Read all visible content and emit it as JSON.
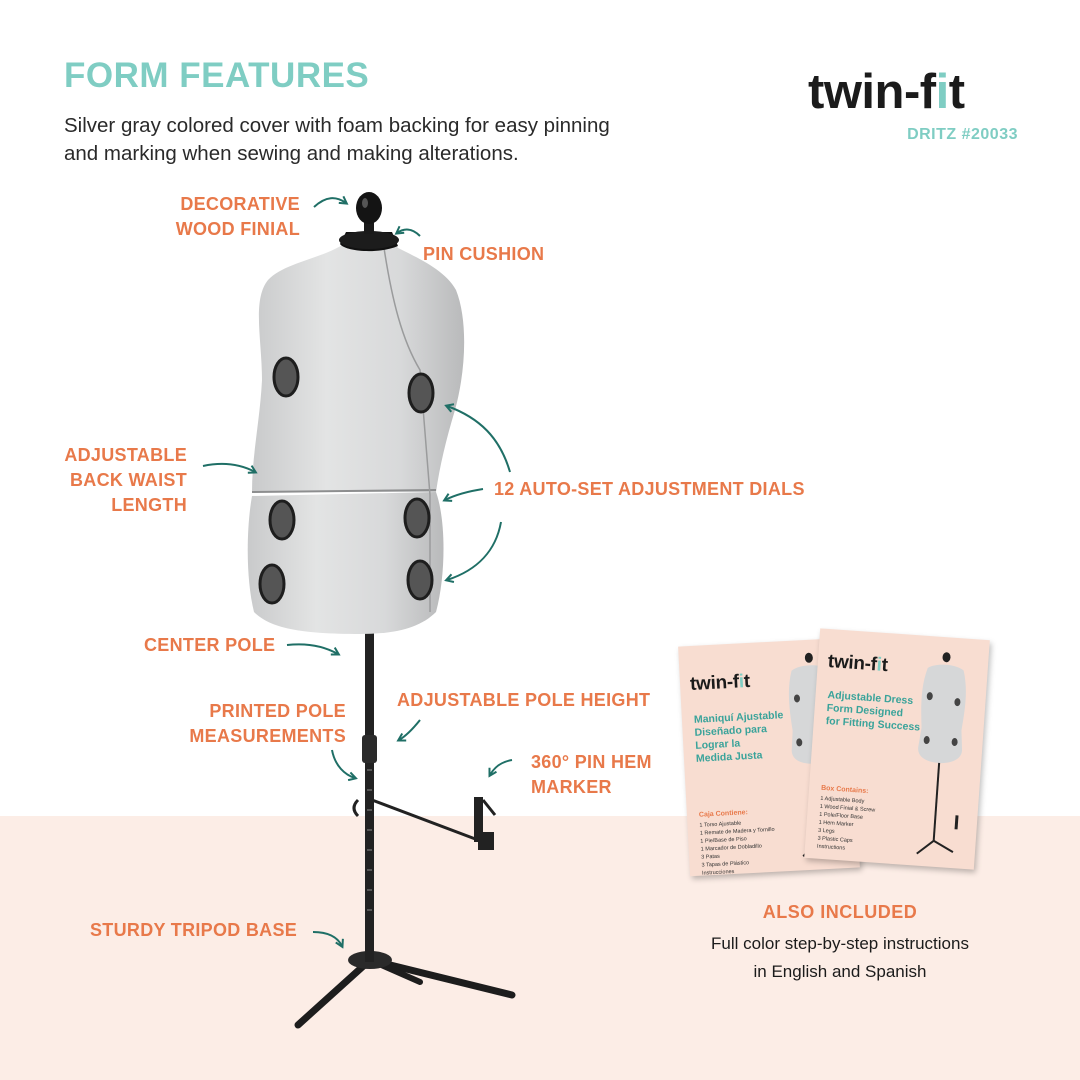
{
  "header": {
    "title": "FORM FEATURES",
    "subtitle": "Silver gray colored cover with foam backing for easy pinning and marking when sewing and making alterations.",
    "brand": {
      "main": "twin-f",
      "accent": "i",
      "end": "t"
    },
    "model": "DRITZ #20033"
  },
  "features": {
    "finial": [
      "DECORATIVE",
      "WOOD FINIAL"
    ],
    "pin_cushion": "PIN CUSHION",
    "back_waist": [
      "ADJUSTABLE",
      "BACK WAIST",
      "LENGTH"
    ],
    "dials": "12 AUTO-SET ADJUSTMENT DIALS",
    "center_pole": "CENTER POLE",
    "pole_height": "ADJUSTABLE POLE HEIGHT",
    "printed_pole": [
      "PRINTED POLE",
      "MEASUREMENTS"
    ],
    "hem_marker": [
      "360° PIN HEM",
      "MARKER"
    ],
    "tripod": "STURDY TRIPOD BASE"
  },
  "included": {
    "heading": "ALSO INCLUDED",
    "line1": "Full color step-by-step instructions",
    "line2": "in English and Spanish"
  },
  "booklet_es": {
    "title": [
      "Maniquí Ajustable",
      "Diseñado para",
      "Lograr la",
      "Medida Justa"
    ],
    "contents_heading": "Caja Contiene:",
    "contents": [
      "1 Torso Ajustable",
      "1 Remate de Madera y Tornillo",
      "1 Pie/Base de Piso",
      "1 Marcador de Dobladillo",
      "3 Patas",
      "3 Tapas de Plástico",
      "Instrucciones"
    ]
  },
  "booklet_en": {
    "title": [
      "Adjustable Dress",
      "Form Designed",
      "for Fitting Success"
    ],
    "contents_heading": "Box Contains:",
    "contents": [
      "1 Adjustable Body",
      "1 Wood Finial & Screw",
      "1 Pole/Floor Base",
      "1 Hem Marker",
      "3 Legs",
      "3 Plastic Caps",
      "Instructions"
    ]
  },
  "colors": {
    "accent_teal": "#7fcdc3",
    "accent_orange": "#e8794a",
    "arrow": "#1f6f66",
    "band": "#fcede6"
  }
}
